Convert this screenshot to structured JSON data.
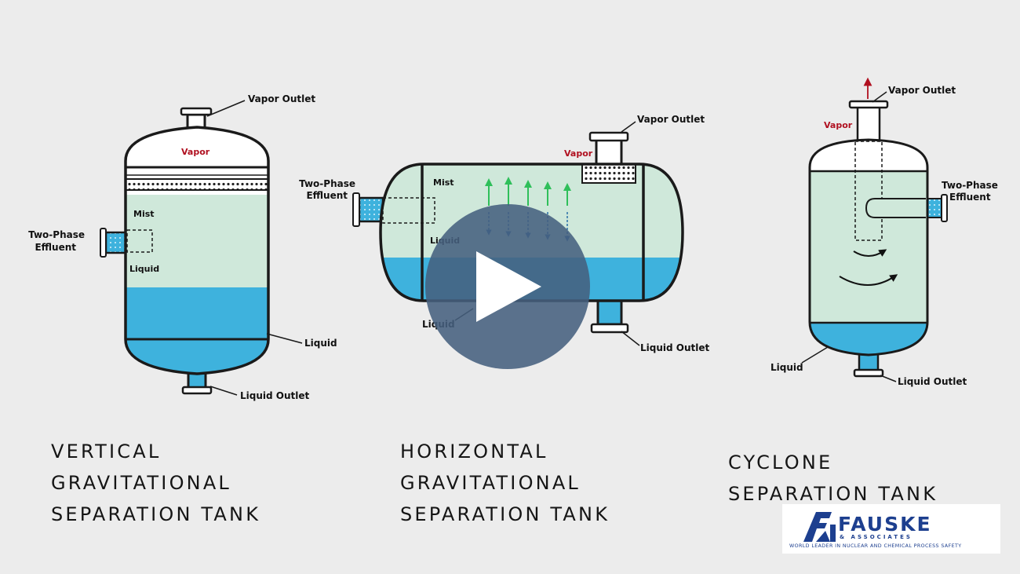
{
  "diagram": {
    "vertical": {
      "vapor_outlet": "Vapor Outlet",
      "vapor": "Vapor",
      "two_phase_line1": "Two-Phase",
      "two_phase_line2": "Effluent",
      "mist": "Mist",
      "liquid_inside": "Liquid",
      "liquid": "Liquid",
      "liquid_outlet": "Liquid Outlet",
      "title_lines": [
        "VERTICAL",
        "GRAVITATIONAL",
        "SEPARATION TANK"
      ]
    },
    "horizontal": {
      "vapor_outlet": "Vapor Outlet",
      "vapor": "Vapor",
      "two_phase_line1": "Two-Phase",
      "two_phase_line2": "Effluent",
      "mist": "Mist",
      "liquid_inside": "Liquid",
      "liquid": "Liquid",
      "liquid_outlet": "Liquid Outlet",
      "title_lines": [
        "HORIZONTAL",
        "GRAVITATIONAL",
        "SEPARATION TANK"
      ]
    },
    "cyclone": {
      "vapor_outlet": "Vapor Outlet",
      "vapor": "Vapor",
      "two_phase_line1": "Two-Phase",
      "two_phase_line2": "Effluent",
      "liquid": "Liquid",
      "liquid_outlet": "Liquid Outlet",
      "title_lines": [
        "CYCLONE",
        "SEPARATION TANK"
      ]
    }
  },
  "logo": {
    "name": "FAUSKE",
    "sub": "& ASSOCIATES",
    "tagline": "WORLD LEADER IN NUCLEAR AND CHEMICAL PROCESS SAFETY"
  },
  "colors": {
    "mist": "#cfe8da",
    "liquid": "#3eb2dd",
    "outline": "#1a1a1a",
    "vapor_text": "#b01020",
    "play_button": "#45607e",
    "logo_blue": "#1d3f8f"
  },
  "icons": {
    "play": "play-icon"
  }
}
